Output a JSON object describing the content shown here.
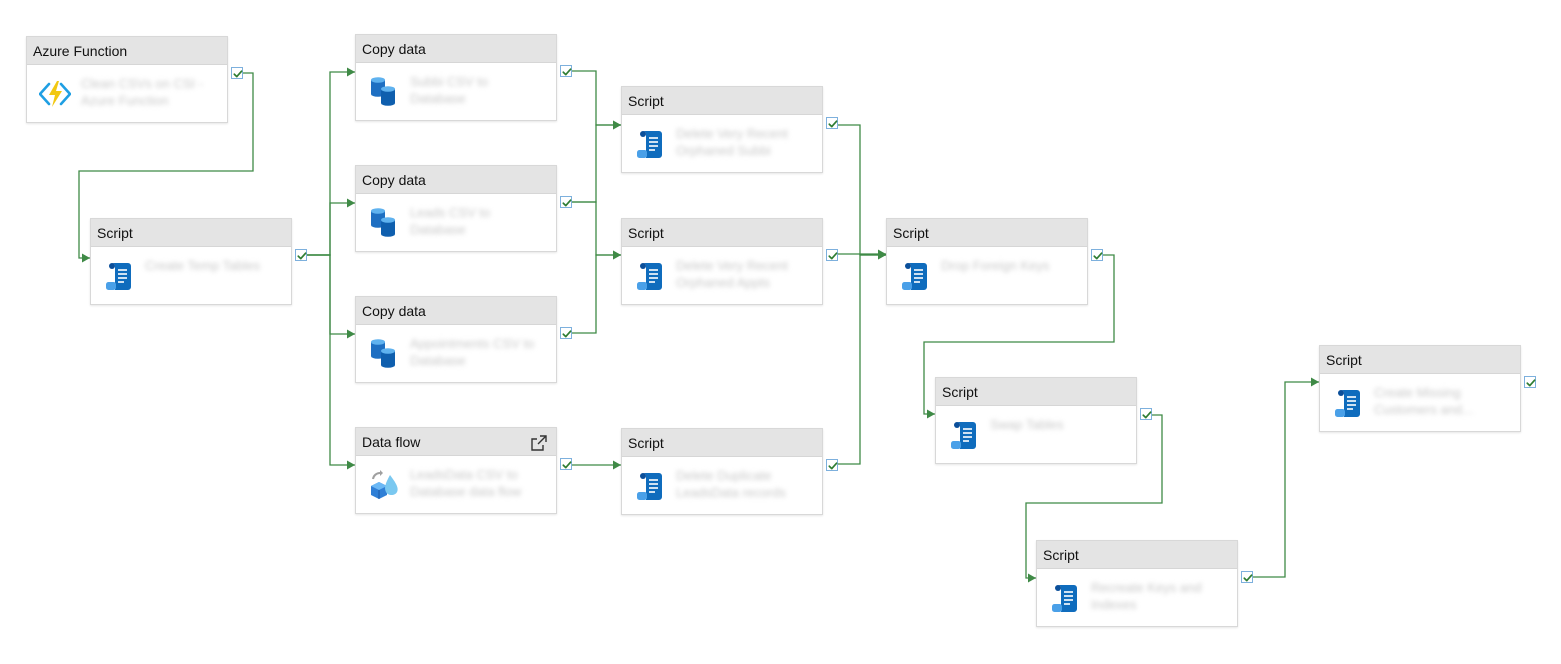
{
  "nodes": [
    {
      "id": "n1",
      "type": "Azure Function",
      "icon": "azure-function-icon",
      "name": "Clean CSVs on CSI - Azure Function"
    },
    {
      "id": "n2",
      "type": "Script",
      "icon": "script-icon",
      "name": "Create Temp Tables"
    },
    {
      "id": "n3",
      "type": "Copy data",
      "icon": "copy-data-icon",
      "name": "Subbi CSV to Database"
    },
    {
      "id": "n4",
      "type": "Copy data",
      "icon": "copy-data-icon",
      "name": "Leads CSV to Database"
    },
    {
      "id": "n5",
      "type": "Copy data",
      "icon": "copy-data-icon",
      "name": "Appointments CSV to Database"
    },
    {
      "id": "n6",
      "type": "Data flow",
      "icon": "data-flow-icon",
      "name": "LeadsData CSV to Database data flow",
      "external_icon": "open-external-icon"
    },
    {
      "id": "n7",
      "type": "Script",
      "icon": "script-icon",
      "name": "Delete Very Recent Orphaned Subbi"
    },
    {
      "id": "n8",
      "type": "Script",
      "icon": "script-icon",
      "name": "Delete Very Recent Orphaned Appts"
    },
    {
      "id": "n9",
      "type": "Script",
      "icon": "script-icon",
      "name": "Delete Duplicate LeadsData records"
    },
    {
      "id": "n10",
      "type": "Script",
      "icon": "script-icon",
      "name": "Drop Foreign Keys"
    },
    {
      "id": "n11",
      "type": "Script",
      "icon": "script-icon",
      "name": "Swap Tables"
    },
    {
      "id": "n12",
      "type": "Script",
      "icon": "script-icon",
      "name": "Recreate Keys and Indexes"
    },
    {
      "id": "n13",
      "type": "Script",
      "icon": "script-icon",
      "name": "Create Missing Customers and..."
    }
  ],
  "status_icon": "success-checkmark-icon",
  "colors": {
    "connector": "#3f8a46",
    "header_bg": "#e4e4e4",
    "status_border": "#7db0dd",
    "check": "#2e7d32",
    "script_icon": "#0f6cbd",
    "function_bolt": "#f2c811",
    "function_brackets": "#1f9fe3"
  }
}
